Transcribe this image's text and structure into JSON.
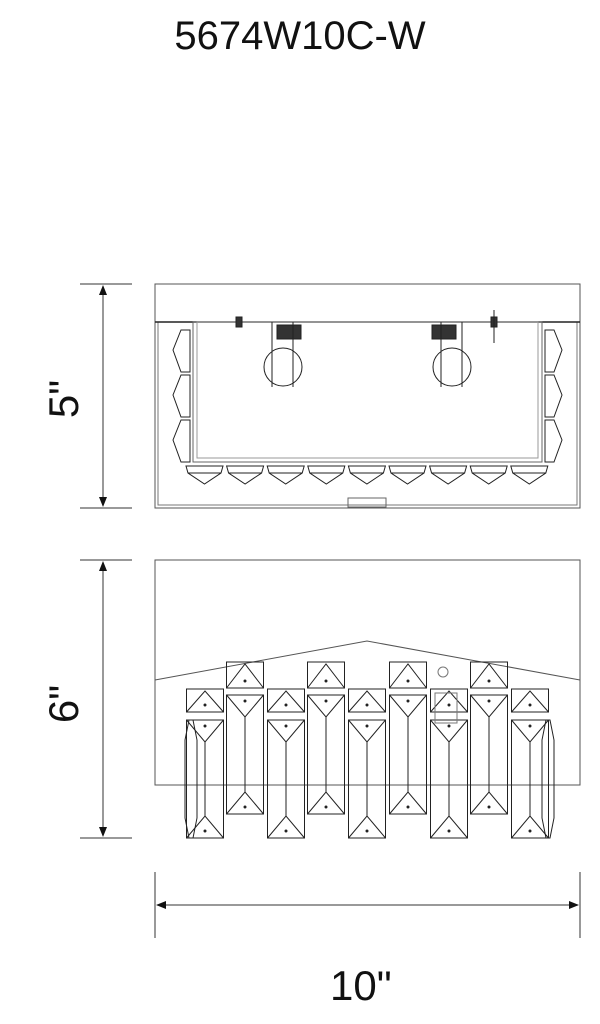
{
  "title": "5674W10C-W",
  "dimensions": {
    "height_top_view": "5\"",
    "height_front_view": "6\"",
    "width": "10\""
  },
  "colors": {
    "line": "#222222",
    "light_line": "#777777"
  }
}
